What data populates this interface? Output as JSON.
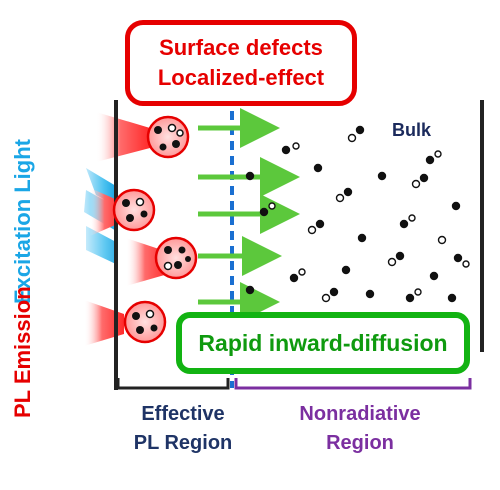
{
  "annotations": {
    "surface_defects_line1": "Surface defects",
    "surface_defects_line2": "Localized-effect",
    "bulk": "Bulk",
    "rapid_diffusion": "Rapid inward-diffusion",
    "effective_line1": "Effective",
    "effective_line2": "PL Region",
    "nonradiative_line1": "Nonradiative",
    "nonradiative_line2": "Region"
  },
  "side_labels": {
    "excitation": "Excitation Light",
    "emission": "PL Emission"
  },
  "colors": {
    "red": "#e60000",
    "green": "#12b312",
    "blue_dashed": "#1a6fd1",
    "navy": "#1f3466",
    "purple": "#7b2fa0",
    "cyan": "#1aa6e6"
  },
  "icons": [
    "excitation-light-beam-icon",
    "pl-emission-cone-icon",
    "defect-cluster-icon",
    "diffusion-arrow-icon",
    "carrier-pair-icon"
  ]
}
